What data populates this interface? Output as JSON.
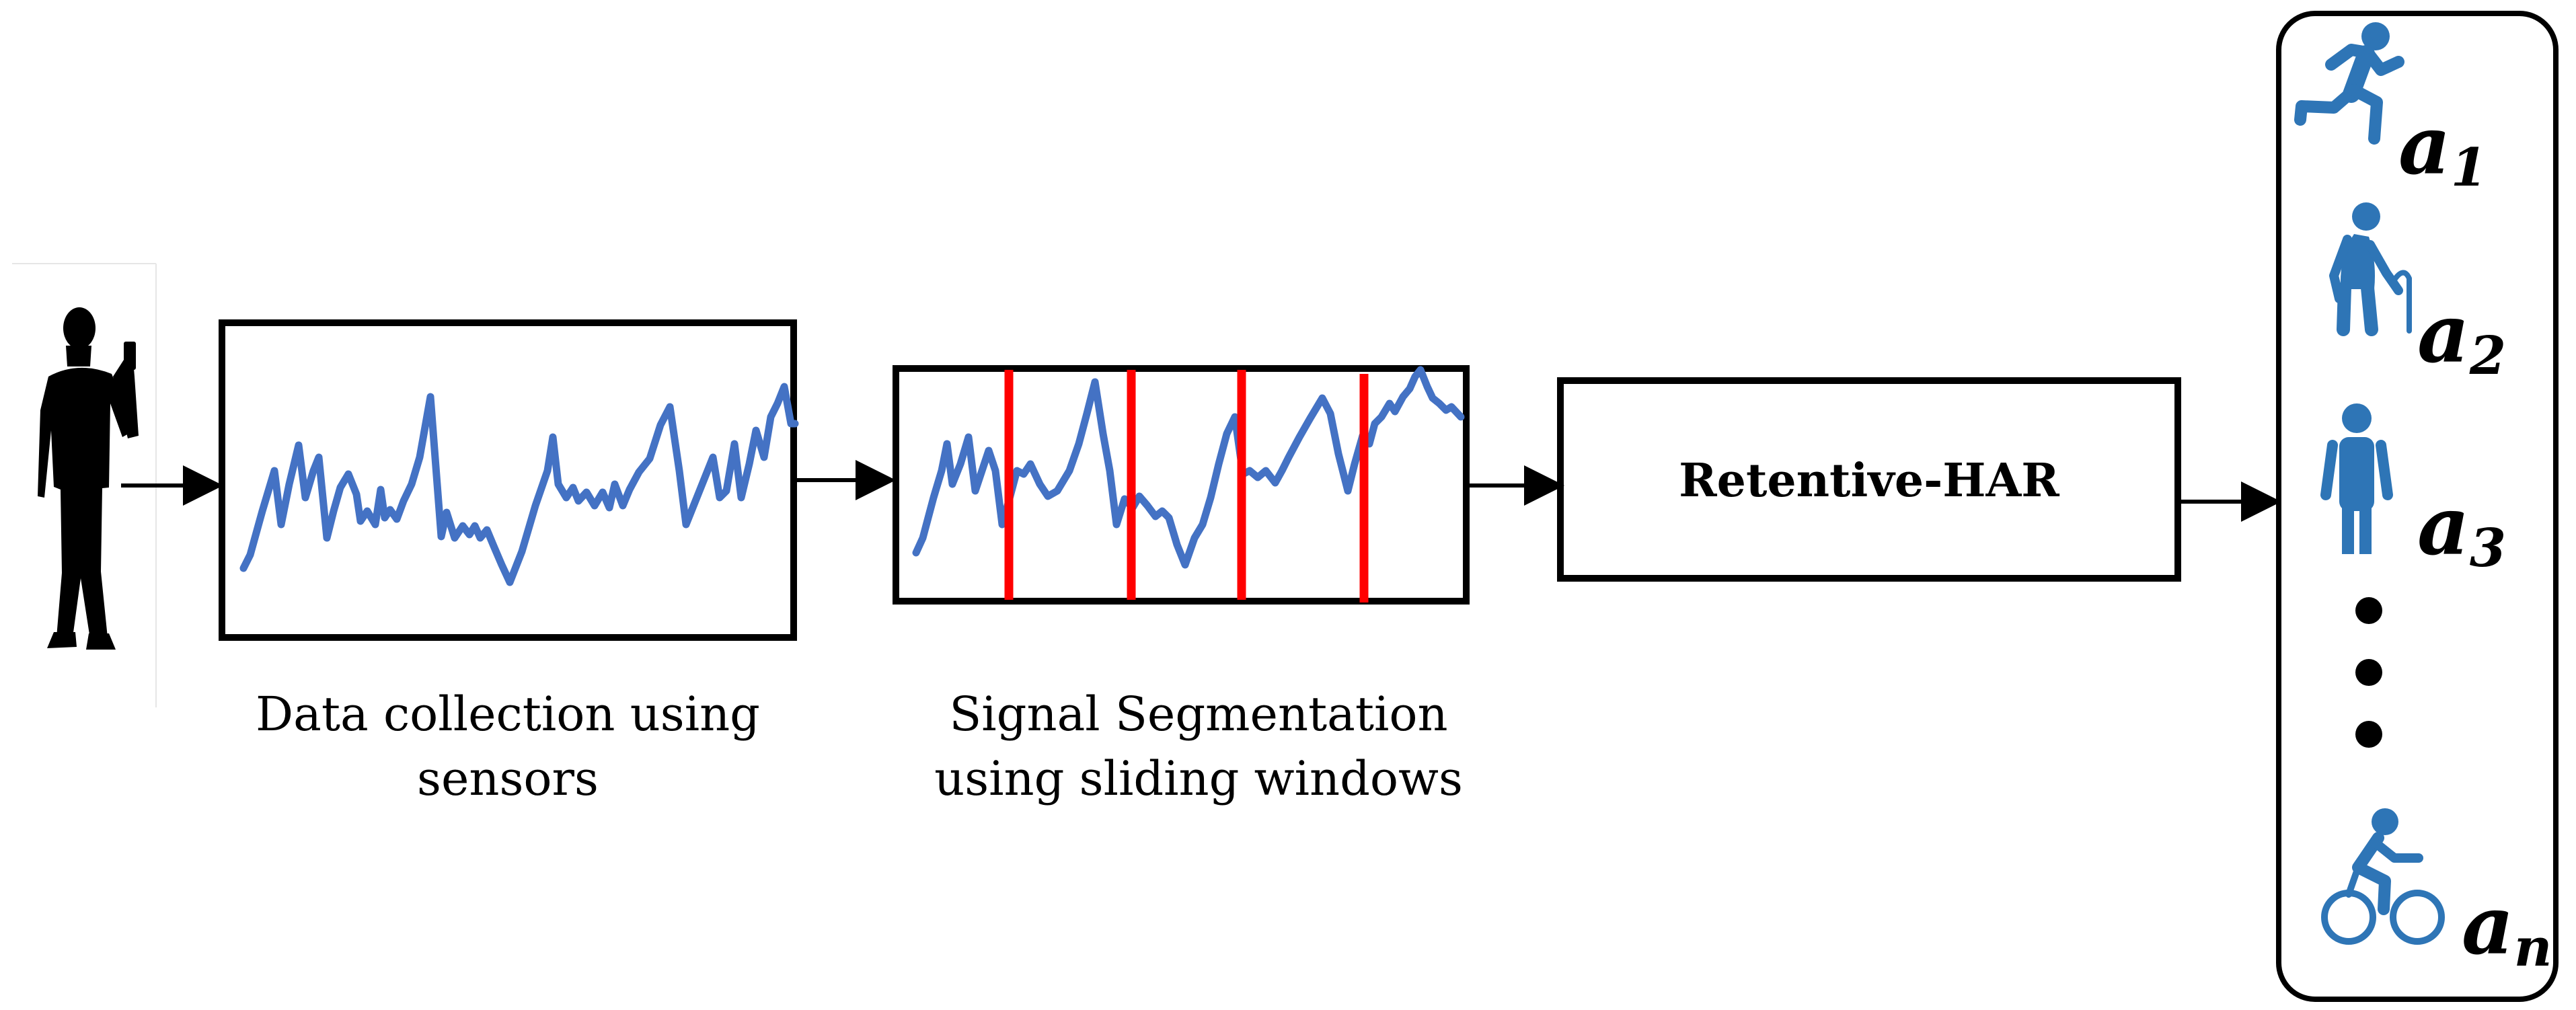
{
  "captions": {
    "data_collection_line1": "Data collection using",
    "data_collection_line2": "sensors",
    "segmentation_line1": "Signal Segmentation",
    "segmentation_line2": "using sliding windows"
  },
  "model_box": {
    "label": "Retentive-HAR"
  },
  "activities": [
    {
      "letter": "a",
      "sub": "1",
      "icon": "running-person-icon"
    },
    {
      "letter": "a",
      "sub": "2",
      "icon": "elderly-person-with-cane-icon"
    },
    {
      "letter": "a",
      "sub": "3",
      "icon": "standing-person-icon"
    },
    {
      "letter": "a",
      "sub": "n",
      "icon": "person-cycling-icon"
    }
  ],
  "colors": {
    "signal": "#4472C4",
    "window_divider": "#FF0000",
    "icon": "#2E75B6",
    "stroke": "#000000"
  }
}
